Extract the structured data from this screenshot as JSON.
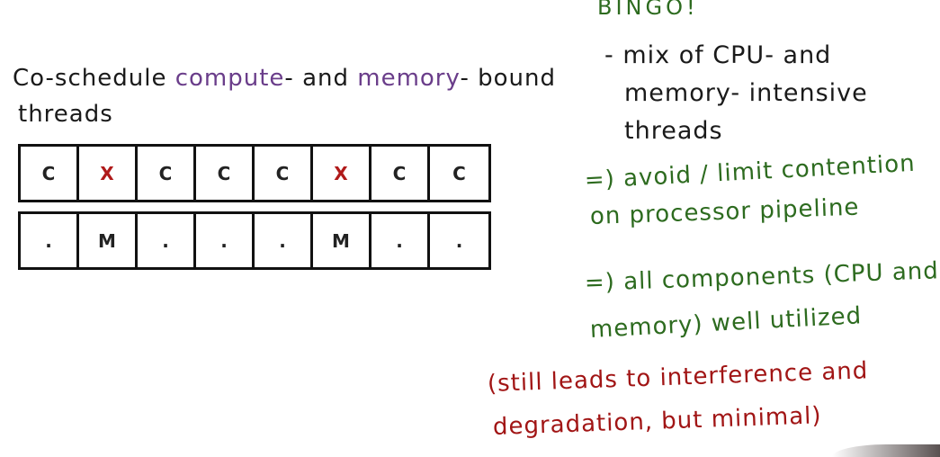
{
  "left": {
    "title_part1": "Co-schedule ",
    "title_compute": "compute",
    "title_part2": "- and ",
    "title_memory": "memory",
    "title_part3": "- bound",
    "title_line2": "threads",
    "row_top": [
      "C",
      "X",
      "C",
      "C",
      "C",
      "X",
      "C",
      "C"
    ],
    "row_bottom": [
      ".",
      "M",
      ".",
      ".",
      ".",
      "M",
      ".",
      "."
    ]
  },
  "right": {
    "bingo": "BINGO!",
    "mix_line1": "- mix of CPU- and",
    "mix_line2": "memory- intensive",
    "mix_line3": "threads",
    "avoid_line1": "=) avoid / limit contention",
    "avoid_line2": "on processor pipeline",
    "all_line1": "=) all components (CPU and",
    "all_line2": "memory) well utilized",
    "still_line1": "(still leads to interference and",
    "still_line2": "degradation, but minimal)"
  },
  "colors": {
    "ink": "#1a1a1a",
    "purple": "#6a3d8a",
    "green": "#2d6b1f",
    "red": "#a11515"
  }
}
